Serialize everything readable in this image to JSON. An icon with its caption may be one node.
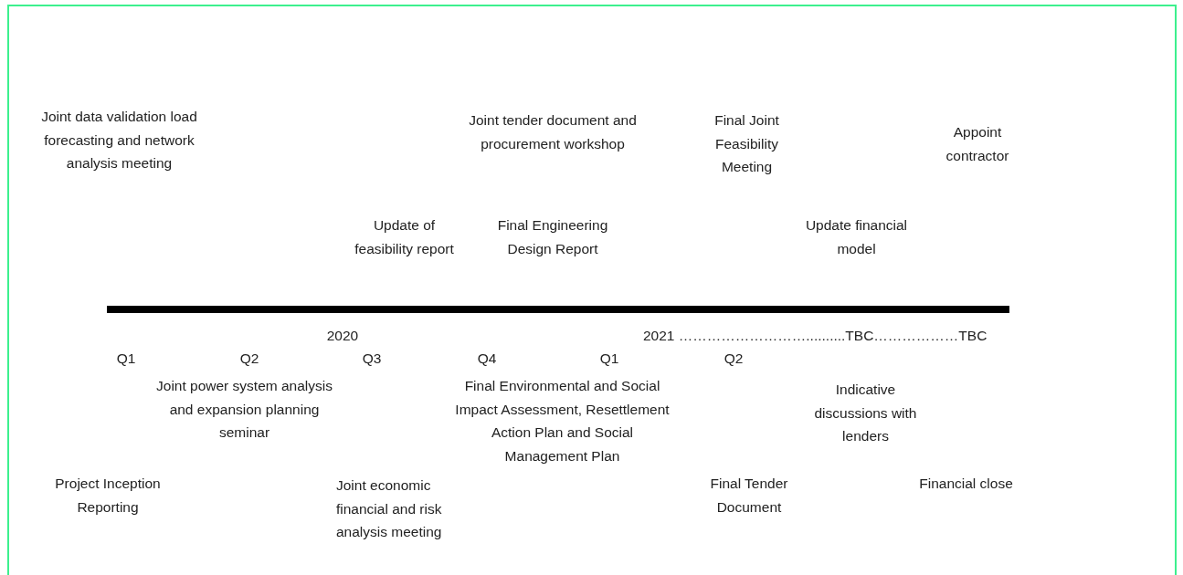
{
  "diagram": {
    "labels": [
      "Joint data validation load forecasting and network analysis meeting",
      "Joint tender document and procurement workshop",
      "Final Joint Feasibility Meeting",
      "Appoint contractor",
      "Update of feasibility report",
      "Final Engineering Design Report",
      "Update financial model",
      "2020",
      "2021 ………………………..........TBC………………TBC",
      "Q1",
      "Q2",
      "Q3",
      "Q4",
      "Q1",
      "Q2",
      "Joint power system analysis and expansion planning seminar",
      "Final Environmental and Social Impact Assessment, Resettlement Action Plan and Social Management Plan",
      "Indicative discussions with lenders",
      "Project Inception Reporting",
      "Joint economic financial and risk analysis meeting",
      "Final Tender Document",
      "Financial close"
    ]
  }
}
